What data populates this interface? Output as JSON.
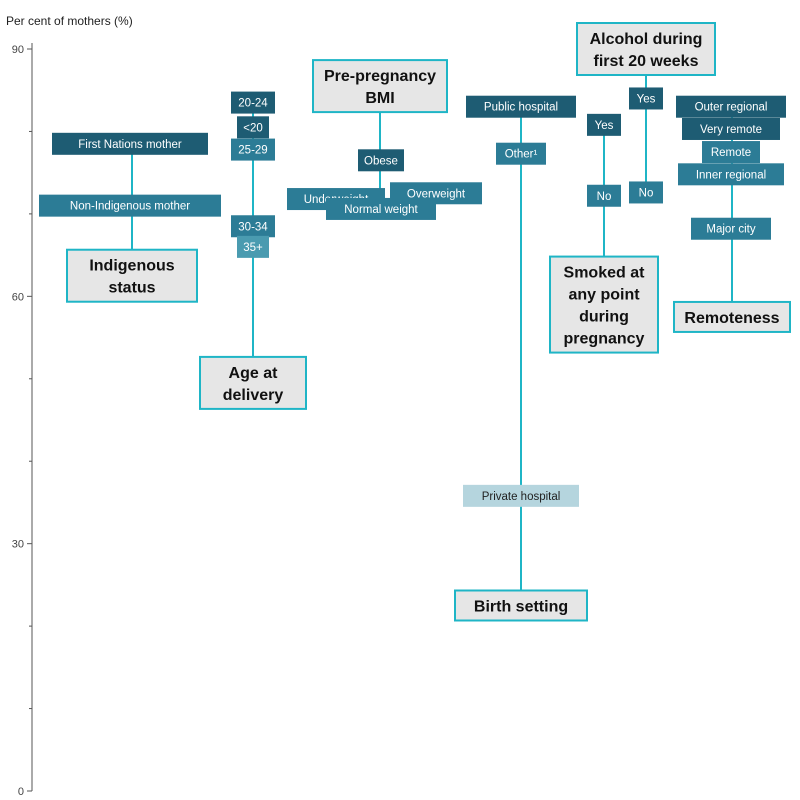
{
  "chart_data": {
    "type": "dot-label",
    "y_title": "Per cent of mothers (%)",
    "ylim": [
      0,
      90
    ],
    "yticks": [
      0,
      30,
      60,
      90
    ],
    "groups": [
      {
        "name": "Indigenous status",
        "category_lines": [
          "Indigenous",
          "status"
        ],
        "category_value": 62.5,
        "points": [
          {
            "label": "First Nations mother",
            "value": 78.5,
            "shade": "dark"
          },
          {
            "label": "Non-Indigenous mother",
            "value": 71,
            "shade": "mid"
          }
        ]
      },
      {
        "name": "Age at delivery",
        "category_lines": [
          "Age at",
          "delivery"
        ],
        "category_value": 49.5,
        "points": [
          {
            "label": "20-24",
            "value": 83.5,
            "shade": "dark"
          },
          {
            "label": "<20",
            "value": 80.5,
            "shade": "dark"
          },
          {
            "label": "25-29",
            "value": 77.8,
            "shade": "mid"
          },
          {
            "label": "30-34",
            "value": 68.5,
            "shade": "mid"
          },
          {
            "label": "35+",
            "value": 66,
            "shade": "light"
          }
        ]
      },
      {
        "name": "Pre-pregnancy BMI",
        "category_lines": [
          "Pre-pregnancy",
          "BMI"
        ],
        "category_value": 85.5,
        "points": [
          {
            "label": "Obese",
            "value": 76.5,
            "shade": "dark"
          },
          {
            "label": "Overweight",
            "value": 72.5,
            "shade": "mid"
          },
          {
            "label": "Underweight",
            "value": 71.8,
            "shade": "mid"
          },
          {
            "label": "Normal weight",
            "value": 70.6,
            "shade": "mid"
          }
        ]
      },
      {
        "name": "Birth setting",
        "category_lines": [
          "Birth setting"
        ],
        "category_value": 22.5,
        "points": [
          {
            "label": "Public hospital",
            "value": 83,
            "shade": "dark"
          },
          {
            "label": "Other¹",
            "value": 77.3,
            "shade": "mid"
          },
          {
            "label": "Private hospital",
            "value": 35.8,
            "shade": "pale"
          }
        ]
      },
      {
        "name": "Smoked at any point during pregnancy",
        "category_lines": [
          "Smoked at",
          "any point",
          "during",
          "pregnancy"
        ],
        "category_value": 59,
        "points": [
          {
            "label": "Yes",
            "value": 80.8,
            "shade": "dark"
          },
          {
            "label": "No",
            "value": 72.2,
            "shade": "mid"
          }
        ]
      },
      {
        "name": "Alcohol during first 20 weeks",
        "category_lines": [
          "Alcohol during",
          "first 20 weeks"
        ],
        "category_value": 90,
        "points": [
          {
            "label": "Yes",
            "value": 84,
            "shade": "dark"
          },
          {
            "label": "No",
            "value": 72.6,
            "shade": "mid"
          }
        ]
      },
      {
        "name": "Remoteness",
        "category_lines": [
          "Remoteness"
        ],
        "category_value": 57.5,
        "points": [
          {
            "label": "Outer regional",
            "value": 83,
            "shade": "dark"
          },
          {
            "label": "Very remote",
            "value": 80.3,
            "shade": "dark"
          },
          {
            "label": "Remote",
            "value": 77.5,
            "shade": "mid"
          },
          {
            "label": "Inner regional",
            "value": 74.8,
            "shade": "mid"
          },
          {
            "label": "Major city",
            "value": 68.2,
            "shade": "mid"
          }
        ]
      }
    ]
  },
  "colors": {
    "dark": "#1e5c73",
    "mid": "#2c7c96",
    "light": "#4a9bb0",
    "pale": "#b5d5de",
    "stem": "#1fb5c6",
    "category_fill": "#e6e6e6"
  }
}
